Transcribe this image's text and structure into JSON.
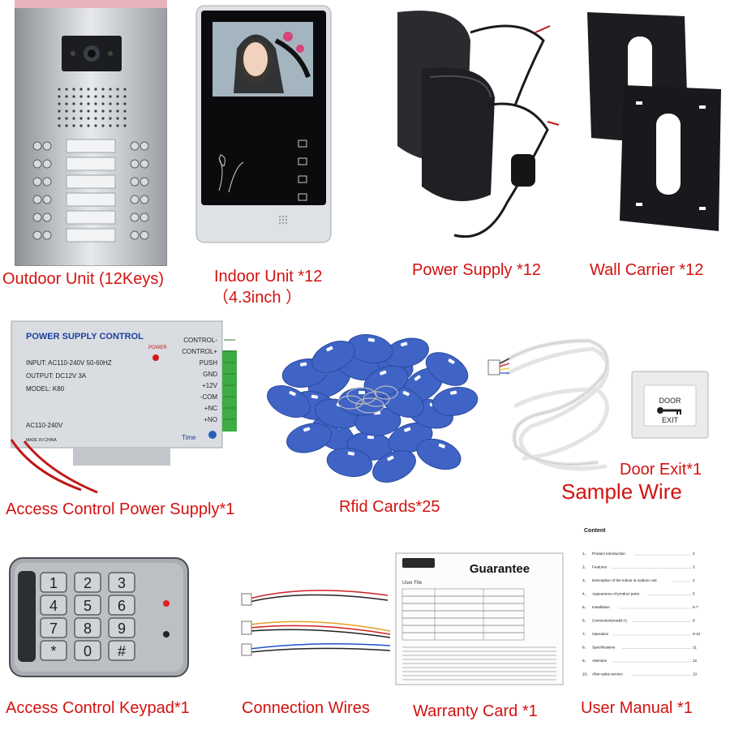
{
  "captions": {
    "outdoor_unit": "Outdoor Unit (12Keys)",
    "indoor_unit_line1": "Indoor Unit *12",
    "indoor_unit_line2": "（4.3inch ）",
    "power_supply": "Power Supply *12",
    "wall_carrier": "Wall Carrier *12",
    "access_power_supply": "Access Control Power Supply*1",
    "rfid_cards": "Rfid Cards*25",
    "door_exit": "Door Exit*1",
    "sample_wire": "Sample Wire",
    "access_keypad": "Access Control Keypad*1",
    "connection_wires": "Connection Wires",
    "warranty_card": "Warranty Card *1",
    "user_manual": "User Manual *1"
  },
  "psu_box": {
    "title": "POWER SUPPLY CONTROL",
    "input": "INPUT: AC110-240V  50-60HZ",
    "output": "OUTPUT: DC12V  3A",
    "model": "MODEL: K80",
    "power": "POWER",
    "ac": "AC110-240V",
    "made": "MADE IN CHINA",
    "time": "Time",
    "terminals": [
      "CONTROL-",
      "CONTROL+",
      "PUSH",
      "GND",
      "+12V",
      "-COM",
      "+NC",
      "+NO"
    ]
  },
  "door_exit_button": {
    "line1": "DOOR",
    "line2": "EXIT"
  },
  "keypad_keys": [
    "1",
    "2",
    "3",
    "4",
    "5",
    "6",
    "7",
    "8",
    "9",
    "*",
    "0",
    "#"
  ],
  "warranty": {
    "title": "Guarantee",
    "subtitle": "User File"
  },
  "manual": {
    "title": "Content",
    "entries": [
      {
        "num": "1、",
        "text": "Product introduction",
        "page": "2"
      },
      {
        "num": "2、",
        "text": "Features",
        "page": "3"
      },
      {
        "num": "3、",
        "text": "Description of the indoor & outdoor unit",
        "page": "4"
      },
      {
        "num": "4、",
        "text": "Appearance of product parts",
        "page": "5"
      },
      {
        "num": "5、",
        "text": "Installation",
        "page": "6-7"
      },
      {
        "num": "6、",
        "text": "Connection(model A)",
        "page": "8"
      },
      {
        "num": "7、",
        "text": "Operation",
        "page": "9-10"
      },
      {
        "num": "8、",
        "text": "Specifications",
        "page": "11"
      },
      {
        "num": "9、",
        "text": "Attention",
        "page": "12"
      },
      {
        "num": "10、",
        "text": "After-sales service",
        "page": "13"
      }
    ]
  }
}
